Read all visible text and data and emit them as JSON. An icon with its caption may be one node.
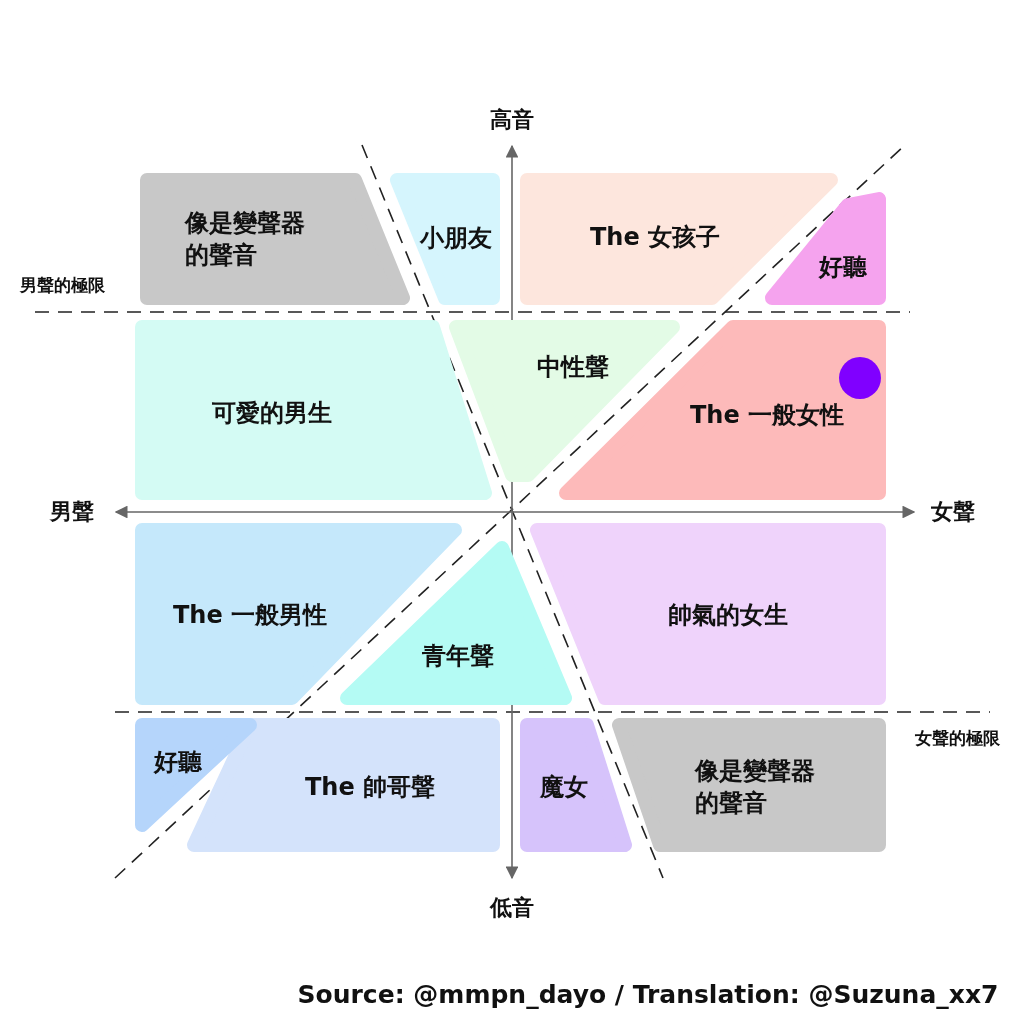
{
  "diagram": {
    "nodes": [
      {
        "text": [
          "像是變聲器的聲音"
        ]
      },
      {
        "text": [
          "小朋友"
        ]
      },
      {
        "text": [
          "The 女孩子"
        ]
      },
      {
        "text": [
          "好聽"
        ]
      },
      {
        "text": [
          "可愛的男生"
        ]
      },
      {
        "text": [
          "中性聲"
        ]
      },
      {
        "text": [
          "The 一般女性"
        ]
      },
      {
        "text": [
          "The 一般男性"
        ]
      },
      {
        "text": [
          "青年聲"
        ]
      },
      {
        "text": [
          "帥氣的女生"
        ]
      },
      {
        "text": [
          "好聽"
        ]
      },
      {
        "text": [
          "The 帥哥聲"
        ]
      },
      {
        "text": [
          "魔女"
        ]
      },
      {
        "text": [
          "像是變聲器的聲音"
        ]
      }
    ],
    "edges": [],
    "labels": [
      "高音",
      "男聲的極限",
      "男聲",
      "女聲",
      "女聲的極限",
      "低音",
      "Source: @mmpn_dayo / Translation: @Suzuna_xx7"
    ]
  }
}
